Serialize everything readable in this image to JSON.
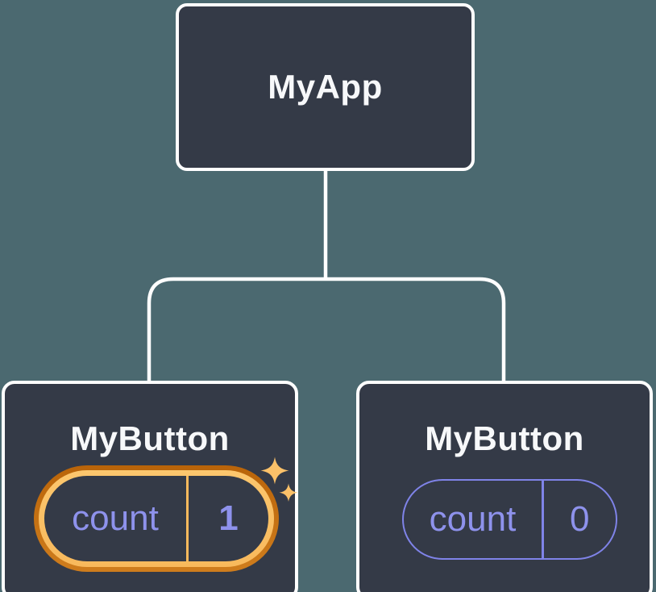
{
  "theme": {
    "canvas-bg": "#4b6970",
    "node-fill": "#343a47",
    "node-border": "#ffffff",
    "connector": "#ffffff",
    "title-text": "#f7f8fa",
    "state-purple": "#8e92ec",
    "pill-border-purple": "#7f83e8",
    "highlight-orange-dark": "#b96409",
    "highlight-orange-light": "#cf7d1d",
    "highlight-gold-light": "#fcc76e",
    "highlight-gold": "#f8b95c",
    "sparkle-gold": "#fbc169"
  },
  "tree": {
    "root": {
      "label": "MyApp"
    },
    "children": [
      {
        "label": "MyButton",
        "state": {
          "name": "count",
          "value": "1"
        },
        "highlighted": true
      },
      {
        "label": "MyButton",
        "state": {
          "name": "count",
          "value": "0"
        },
        "highlighted": false
      }
    ]
  }
}
